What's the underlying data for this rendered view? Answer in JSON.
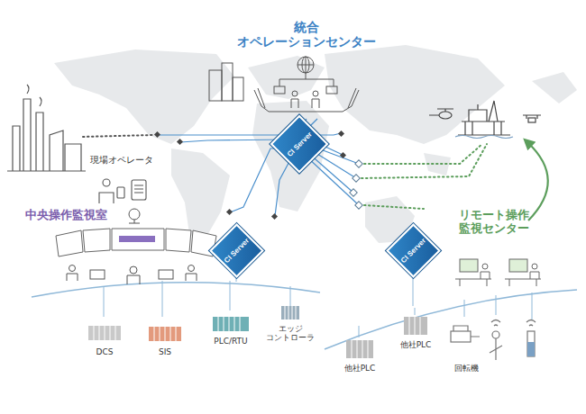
{
  "diagram": {
    "nodes": [
      {
        "text": [
          "CI Server"
        ]
      },
      {
        "text": [
          "CI Server"
        ]
      },
      {
        "text": [
          "CI Server"
        ]
      }
    ],
    "labels": [
      "統合 オペレーションセンター",
      "現場オペレータ",
      "中央操作監視室",
      "リモート操作 監視センター",
      "DCS",
      "SIS",
      "PLC/RTU",
      "エッジ コントローラ",
      "他社PLC",
      "他社PLC",
      "回転機"
    ]
  }
}
